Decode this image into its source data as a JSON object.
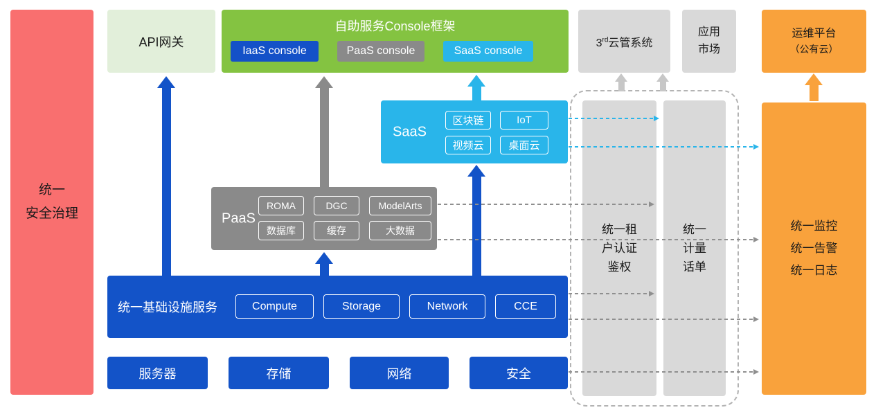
{
  "left_bar": {
    "lines": [
      "统一",
      "安全治理"
    ]
  },
  "top_row": {
    "api_gateway": {
      "label": "API网关"
    },
    "console_frame": {
      "title": "自助服务Console框架",
      "consoles": [
        {
          "label": "IaaS console"
        },
        {
          "label": "PaaS console"
        },
        {
          "label": "SaaS console"
        }
      ]
    },
    "third_party": {
      "base": "3",
      "sup": "rd",
      "rest": "云管系统"
    },
    "app_market": {
      "lines": [
        "应用",
        "市场"
      ]
    },
    "om_platform": {
      "lines": [
        "运维平台",
        "（公有云）"
      ]
    }
  },
  "saas": {
    "label": "SaaS",
    "services": [
      "区块链",
      "IoT",
      "视频云",
      "桌面云"
    ]
  },
  "paas": {
    "label": "PaaS",
    "services": [
      "ROMA",
      "DGC",
      "ModelArts",
      "数据库",
      "缓存",
      "大数据"
    ]
  },
  "infra": {
    "label": "统一基础设施服务",
    "services": [
      "Compute",
      "Storage",
      "Network",
      "CCE"
    ]
  },
  "bottom_row": {
    "items": [
      "服务器",
      "存储",
      "网络",
      "安全"
    ]
  },
  "middle": {
    "tenant_auth": {
      "lines": [
        "统一租",
        "户认证",
        "鉴权"
      ]
    },
    "metering": {
      "lines": [
        "统一",
        "计量",
        "话单"
      ]
    }
  },
  "right_bar": {
    "lines": [
      "统一监控",
      "统一告警",
      "统一日志"
    ]
  },
  "colors": {
    "blue": "#1353c8",
    "gray": "#8a8a8a",
    "cyan": "#29b5ea",
    "green": "#84c341",
    "light_green": "#e2efda",
    "light_gray": "#d9d9d9",
    "orange": "#f9a23c",
    "red": "#f96f6f"
  }
}
